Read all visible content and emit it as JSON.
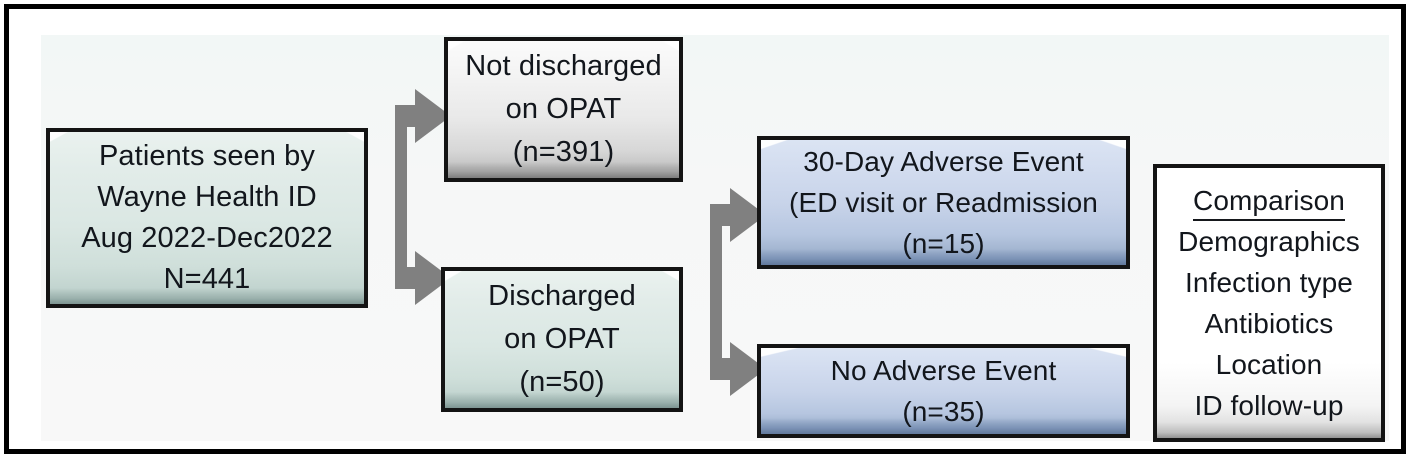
{
  "figure": {
    "type": "patient-flow-diagram",
    "colors": {
      "frame_border": "#000000",
      "canvas_background": "#f7f8f8",
      "node_border": "#141414",
      "mint_fill": "#dae7e3",
      "silver_fill": "#e9e9e9",
      "blue_fill": "#c7d3e9",
      "white_fill": "#ffffff",
      "arrow": "#808080",
      "text": "#12161c"
    }
  },
  "nodes": {
    "cohort": {
      "style": "mint",
      "lines": [
        "Patients seen by",
        "Wayne Health ID",
        "Aug 2022-Dec2022",
        "N=441"
      ]
    },
    "not_discharged": {
      "style": "silver",
      "lines": [
        "Not discharged",
        "on OPAT",
        "(n=391)"
      ]
    },
    "discharged": {
      "style": "mint",
      "lines": [
        "Discharged",
        "on OPAT",
        "(n=50)"
      ]
    },
    "adverse_event": {
      "style": "blue",
      "lines": [
        "30-Day Adverse Event",
        "(ED visit or Readmission",
        "(n=15)"
      ]
    },
    "no_adverse_event": {
      "style": "blue",
      "lines": [
        "No Adverse Event",
        "(n=35)"
      ]
    },
    "comparison": {
      "style": "white",
      "heading": "Comparison",
      "items": [
        "Demographics",
        "Infection type",
        "Antibiotics",
        "Location",
        "ID follow-up"
      ]
    }
  },
  "connectors": [
    {
      "name": "cohort-split",
      "from": "cohort",
      "to": [
        "not_discharged",
        "discharged"
      ],
      "shape": "split-arrow"
    },
    {
      "name": "discharged-split",
      "from": "discharged",
      "to": [
        "adverse_event",
        "no_adverse_event"
      ],
      "shape": "split-arrow"
    }
  ]
}
